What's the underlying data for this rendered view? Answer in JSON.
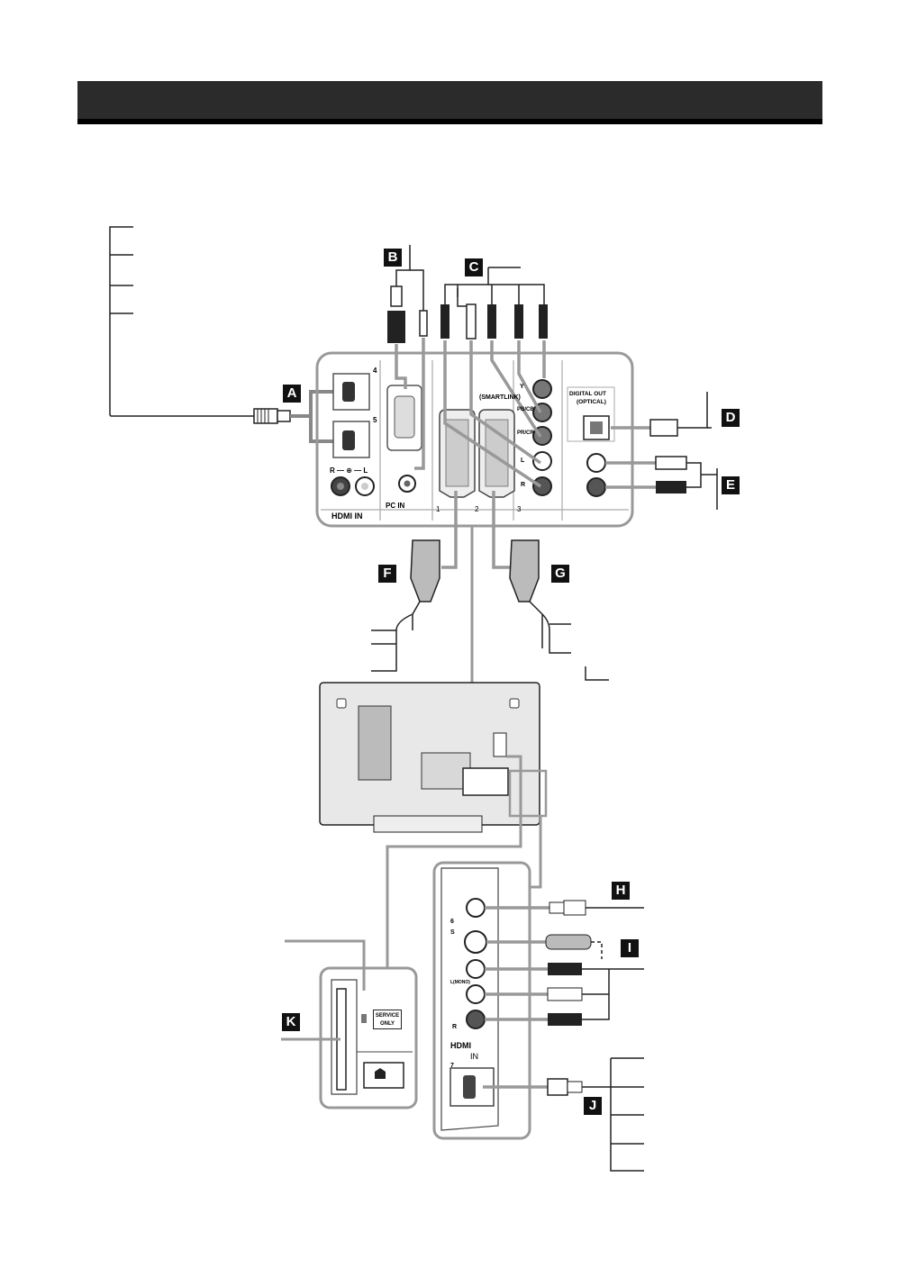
{
  "labels": {
    "a": "A",
    "b": "B",
    "c": "C",
    "d": "D",
    "e": "E",
    "f": "F",
    "g": "G",
    "h": "H",
    "i": "I",
    "j": "J",
    "k": "K"
  },
  "panel": {
    "hdmi_4": "4",
    "hdmi_5": "5",
    "audio_rl": "R — ⊕ — L",
    "hdmi_in": "HDMI IN",
    "pc_in": "PC IN",
    "scart_1": "1",
    "scart_2": "2",
    "smartlink": "(SMARTLINK)",
    "comp_3": "3",
    "y": "Y",
    "pb_cb": "PB/CB",
    "pr_cr": "PR/CR",
    "l": "L",
    "r": "R",
    "digital_out": "DIGITAL OUT",
    "optical": "(OPTICAL)"
  },
  "side_panel": {
    "input_6": "6",
    "s": "S",
    "l_mono": "L(MONO)",
    "r": "R",
    "hdmi_in_hdmi": "HDMI",
    "hdmi_in_in": "IN",
    "input_7": "7"
  },
  "card_slot": {
    "service_line1": "SERVICE",
    "service_line2": "ONLY"
  }
}
